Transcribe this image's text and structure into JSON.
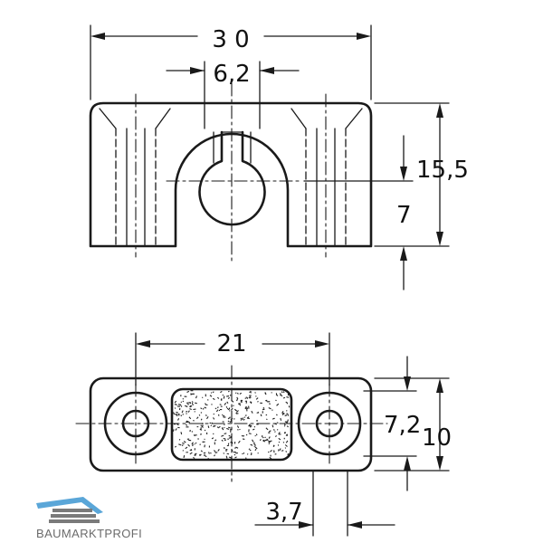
{
  "dimensions": {
    "top_width": "3 0",
    "slot_width": "6,2",
    "overall_height": "15,5",
    "lower_height": "7",
    "hole_spacing": "21",
    "pad_width": "7,2",
    "bottom_height": "10",
    "hole_offset": "3,7"
  },
  "logo": {
    "text": "BAUMARKTPROFI",
    "colors": {
      "roof_light": "#5aa6d8",
      "roof_dark": "#2f6fb0",
      "bars": "#7a7a7a"
    }
  },
  "colors": {
    "line": "#1a1a1a",
    "background": "#ffffff"
  }
}
